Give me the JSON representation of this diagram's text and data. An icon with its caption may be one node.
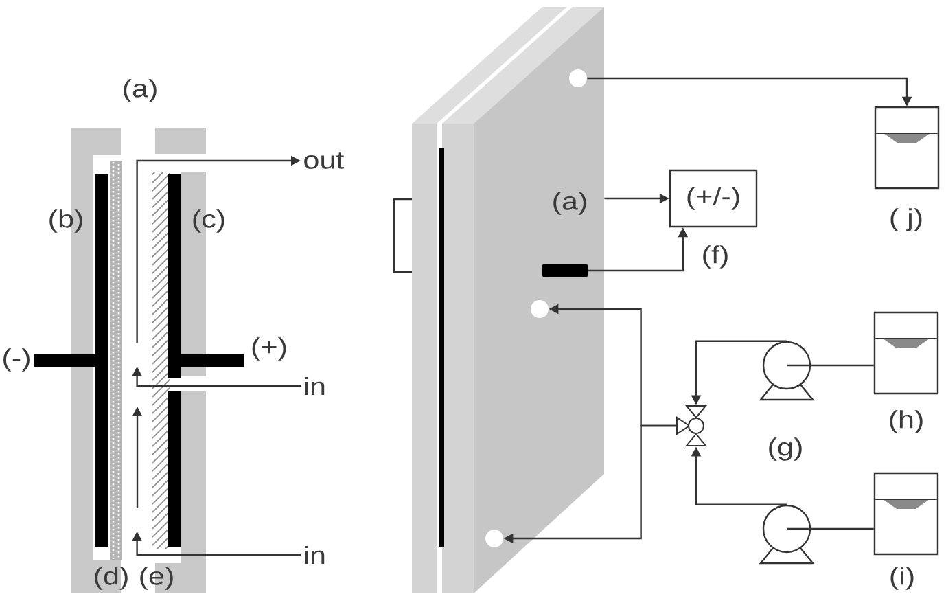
{
  "diagram": {
    "nodes": [
      {
        "text": [
          "(a)"
        ]
      },
      {
        "text": [
          "out"
        ]
      },
      {
        "text": [
          "in"
        ]
      },
      {
        "text": [
          "in"
        ]
      },
      {
        "text": [
          "(a)"
        ]
      },
      {
        "text": [],
        "shape": "circle",
        "in": 4
      },
      {
        "text": [],
        "shape": "bar",
        "in": 4
      },
      {
        "text": [],
        "shape": "circle",
        "in": 4
      },
      {
        "text": [],
        "shape": "circle",
        "in": 4
      },
      {
        "text": [
          "(+/-)"
        ],
        "beside": [
          "(f)"
        ]
      },
      {
        "text": [],
        "shape": "tank",
        "beside": [
          "( j)"
        ]
      },
      {
        "text": [],
        "shape": "valve"
      },
      {
        "text": [],
        "shape": "pump",
        "beside": [
          "(g)"
        ]
      },
      {
        "text": [],
        "shape": "tank",
        "beside": [
          "(h)"
        ]
      },
      {
        "text": [],
        "shape": "pump"
      },
      {
        "text": [],
        "shape": "tank",
        "beside": [
          "(i)"
        ]
      }
    ],
    "edges": [
      {
        "from": 0,
        "to": 1,
        "arrow": "to"
      },
      {
        "from": 2,
        "to": 0,
        "arrow": "to"
      },
      {
        "from": 3,
        "to": 0,
        "arrow": "to"
      },
      {
        "from": 5,
        "to": 10,
        "arrow": "to"
      },
      {
        "from": 4,
        "to": 9,
        "arrow": "to"
      },
      {
        "from": 6,
        "to": 9,
        "arrow": "to"
      },
      {
        "from": 11,
        "to": 7,
        "arrow": "to"
      },
      {
        "from": 11,
        "to": 8,
        "arrow": "to"
      },
      {
        "from": 12,
        "to": 11,
        "arrow": "to"
      },
      {
        "from": 14,
        "to": 11,
        "arrow": "to"
      },
      {
        "from": 13,
        "to": 12,
        "arrow": "none"
      },
      {
        "from": 15,
        "to": 14,
        "arrow": "none"
      }
    ],
    "labels": [
      "(b)",
      "(c)",
      "(-)",
      "(+)",
      "(d)",
      "(e)"
    ]
  }
}
